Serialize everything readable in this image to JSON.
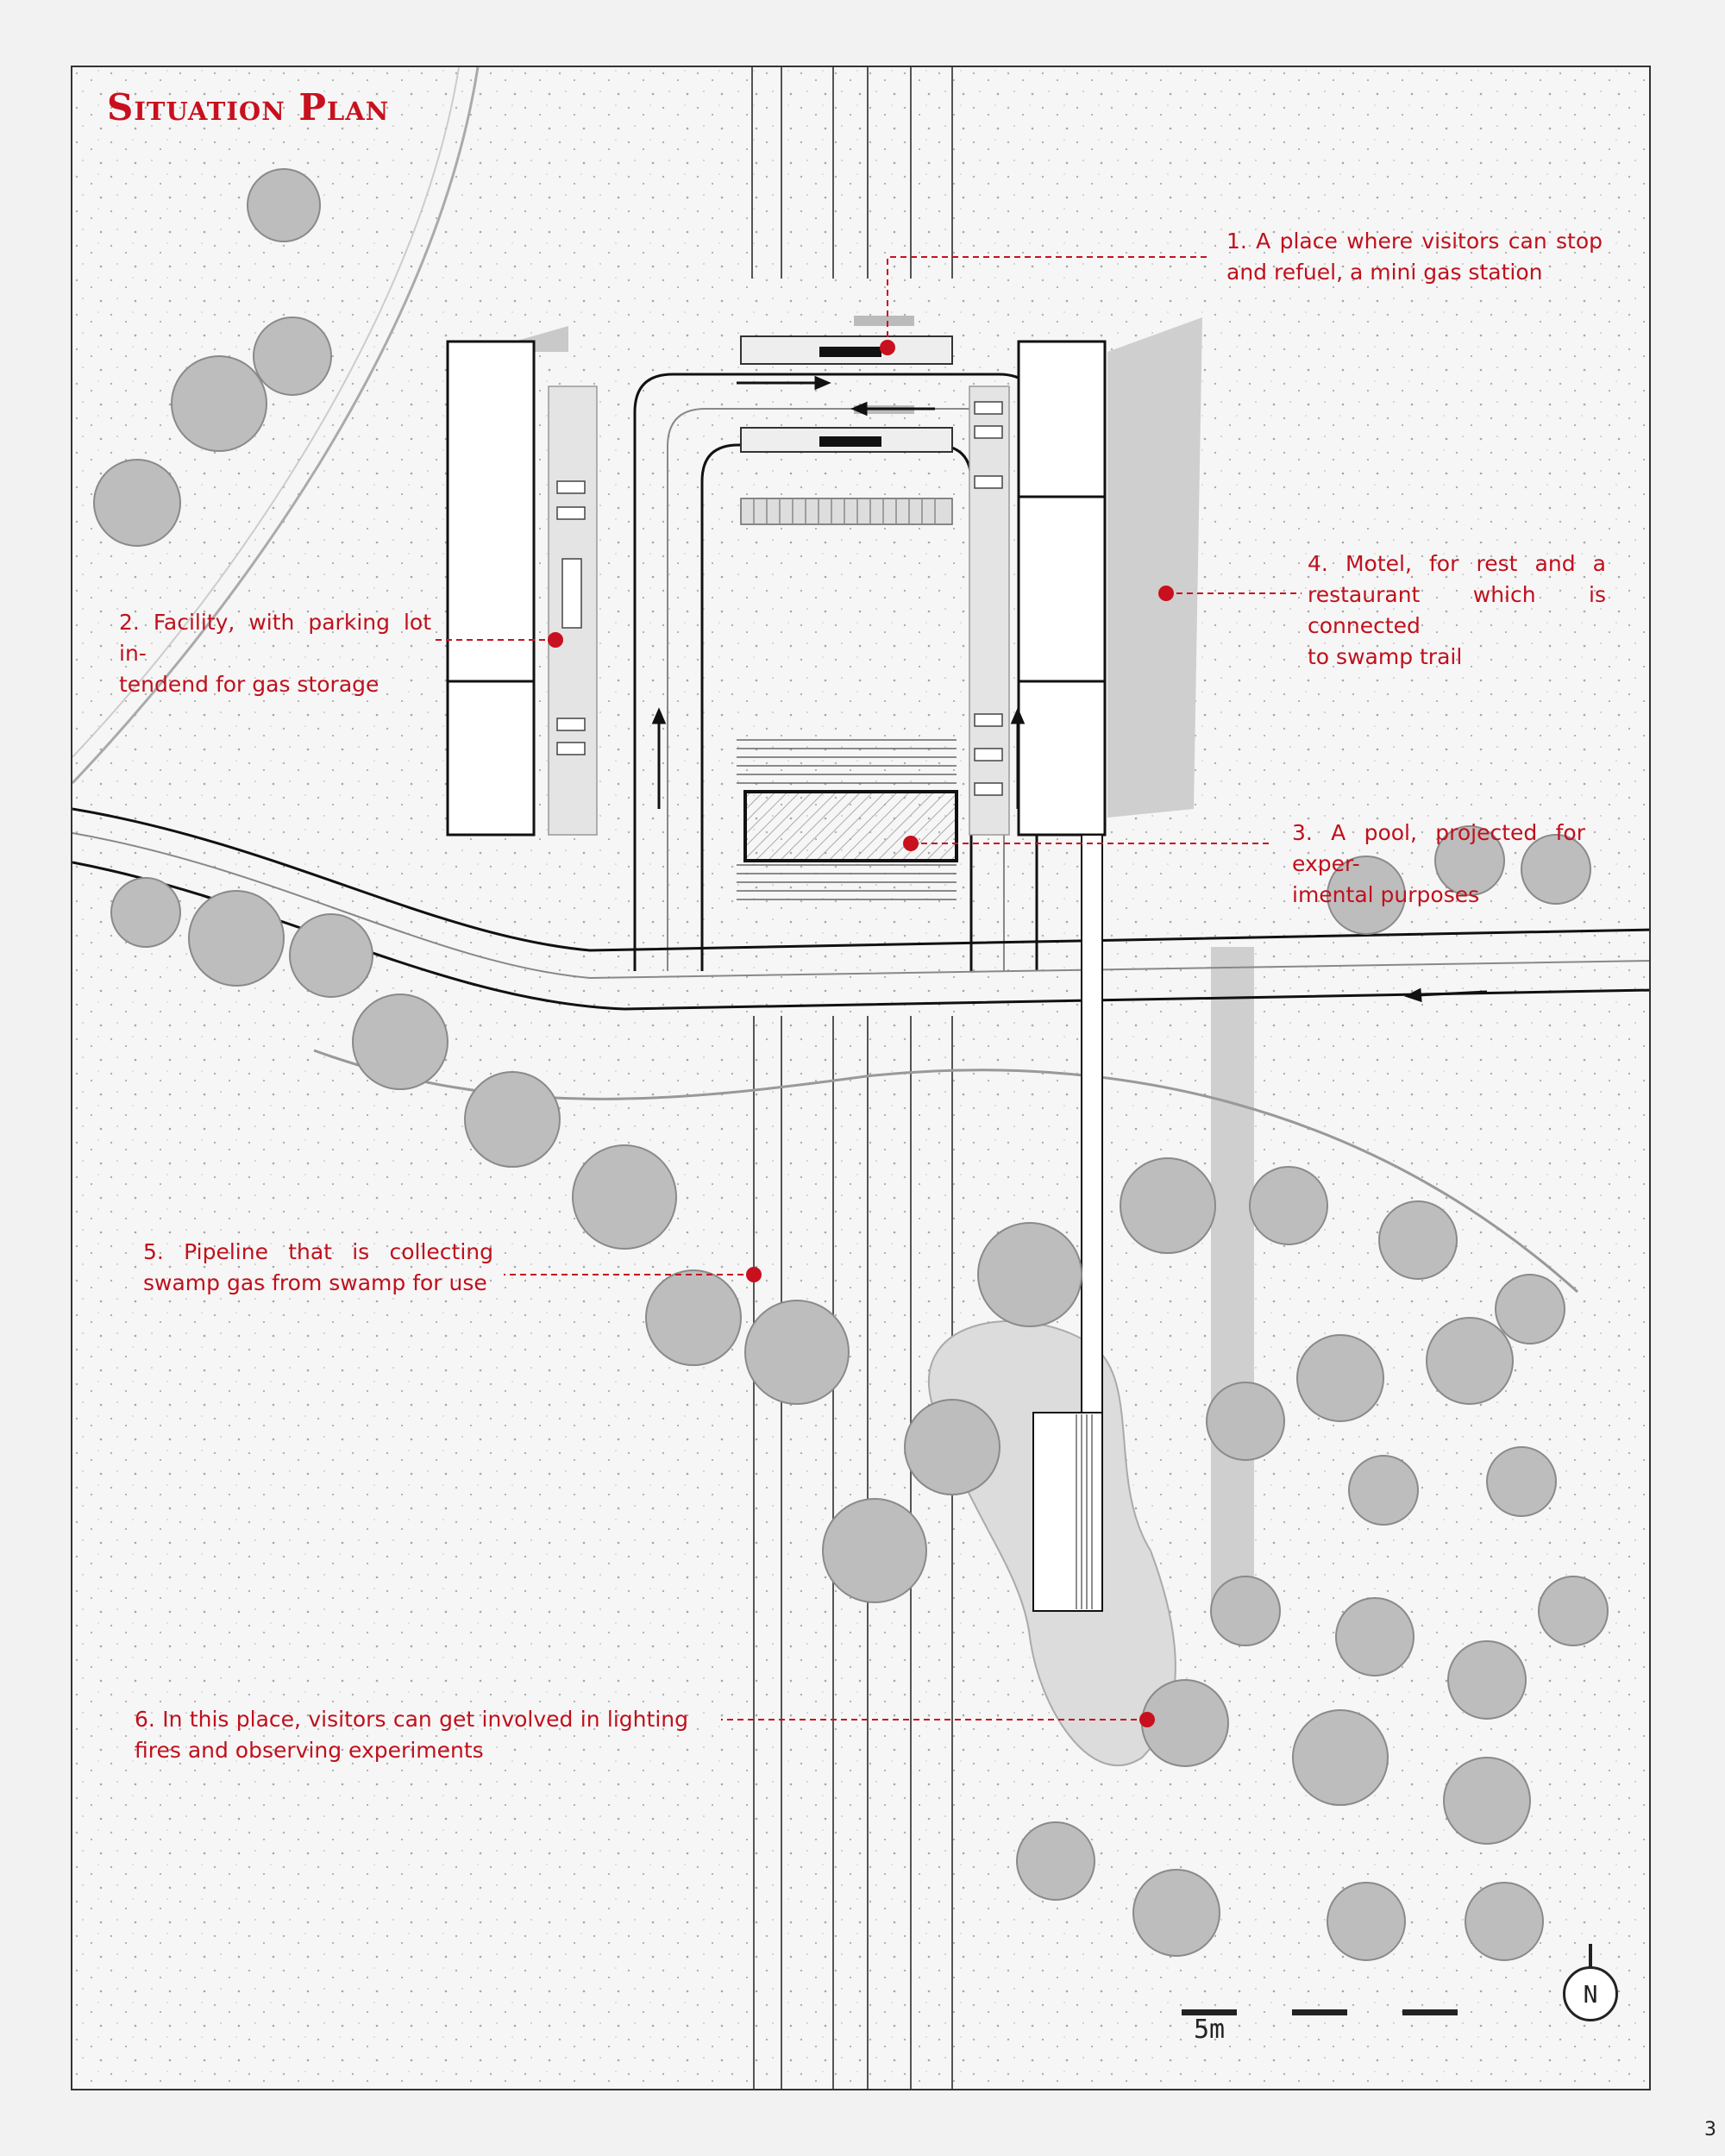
{
  "title": "Situation Plan",
  "annotations": [
    {
      "id": "n1",
      "lines": [
        "1. A place where visitors can stop",
        "and refuel, a mini gas station"
      ]
    },
    {
      "id": "n2",
      "lines": [
        "2. Facility, with parking lot in-",
        "tendend for gas storage"
      ]
    },
    {
      "id": "n3",
      "lines": [
        "3. A pool, projected for exper-",
        "imental purposes"
      ]
    },
    {
      "id": "n4",
      "lines": [
        "4. Motel, for rest and a",
        "restaurant which is connected",
        "to swamp trail"
      ]
    },
    {
      "id": "n5",
      "lines": [
        "5. Pipeline that is collecting",
        "swamp gas from swamp for use"
      ]
    },
    {
      "id": "n6",
      "lines": [
        "6. In this place, visitors can get involved in lighting",
        "fires and observing experiments"
      ]
    }
  ],
  "scale_label": "5m",
  "north_label": "N",
  "page_number": "3",
  "colors": {
    "accent": "#c8101e",
    "line": "#1a1a1a",
    "tree": "#9a9a9a",
    "shadow": "#c9c9c9"
  }
}
